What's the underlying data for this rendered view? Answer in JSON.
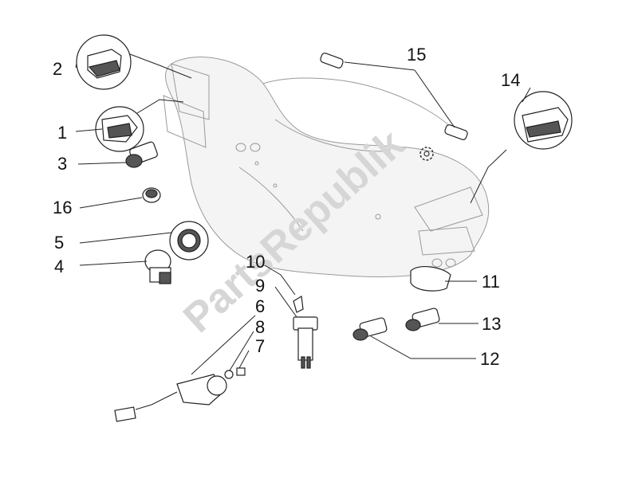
{
  "watermark": "PartsRepublik",
  "callouts": [
    {
      "id": "1",
      "label": "1"
    },
    {
      "id": "2",
      "label": "2"
    },
    {
      "id": "3",
      "label": "3"
    },
    {
      "id": "4",
      "label": "4"
    },
    {
      "id": "5",
      "label": "5"
    },
    {
      "id": "6",
      "label": "6"
    },
    {
      "id": "7",
      "label": "7"
    },
    {
      "id": "8",
      "label": "8"
    },
    {
      "id": "9",
      "label": "9"
    },
    {
      "id": "10",
      "label": "10"
    },
    {
      "id": "11",
      "label": "11"
    },
    {
      "id": "12",
      "label": "12"
    },
    {
      "id": "13",
      "label": "13"
    },
    {
      "id": "14",
      "label": "14"
    },
    {
      "id": "15",
      "label": "15"
    },
    {
      "id": "16",
      "label": "16"
    }
  ]
}
